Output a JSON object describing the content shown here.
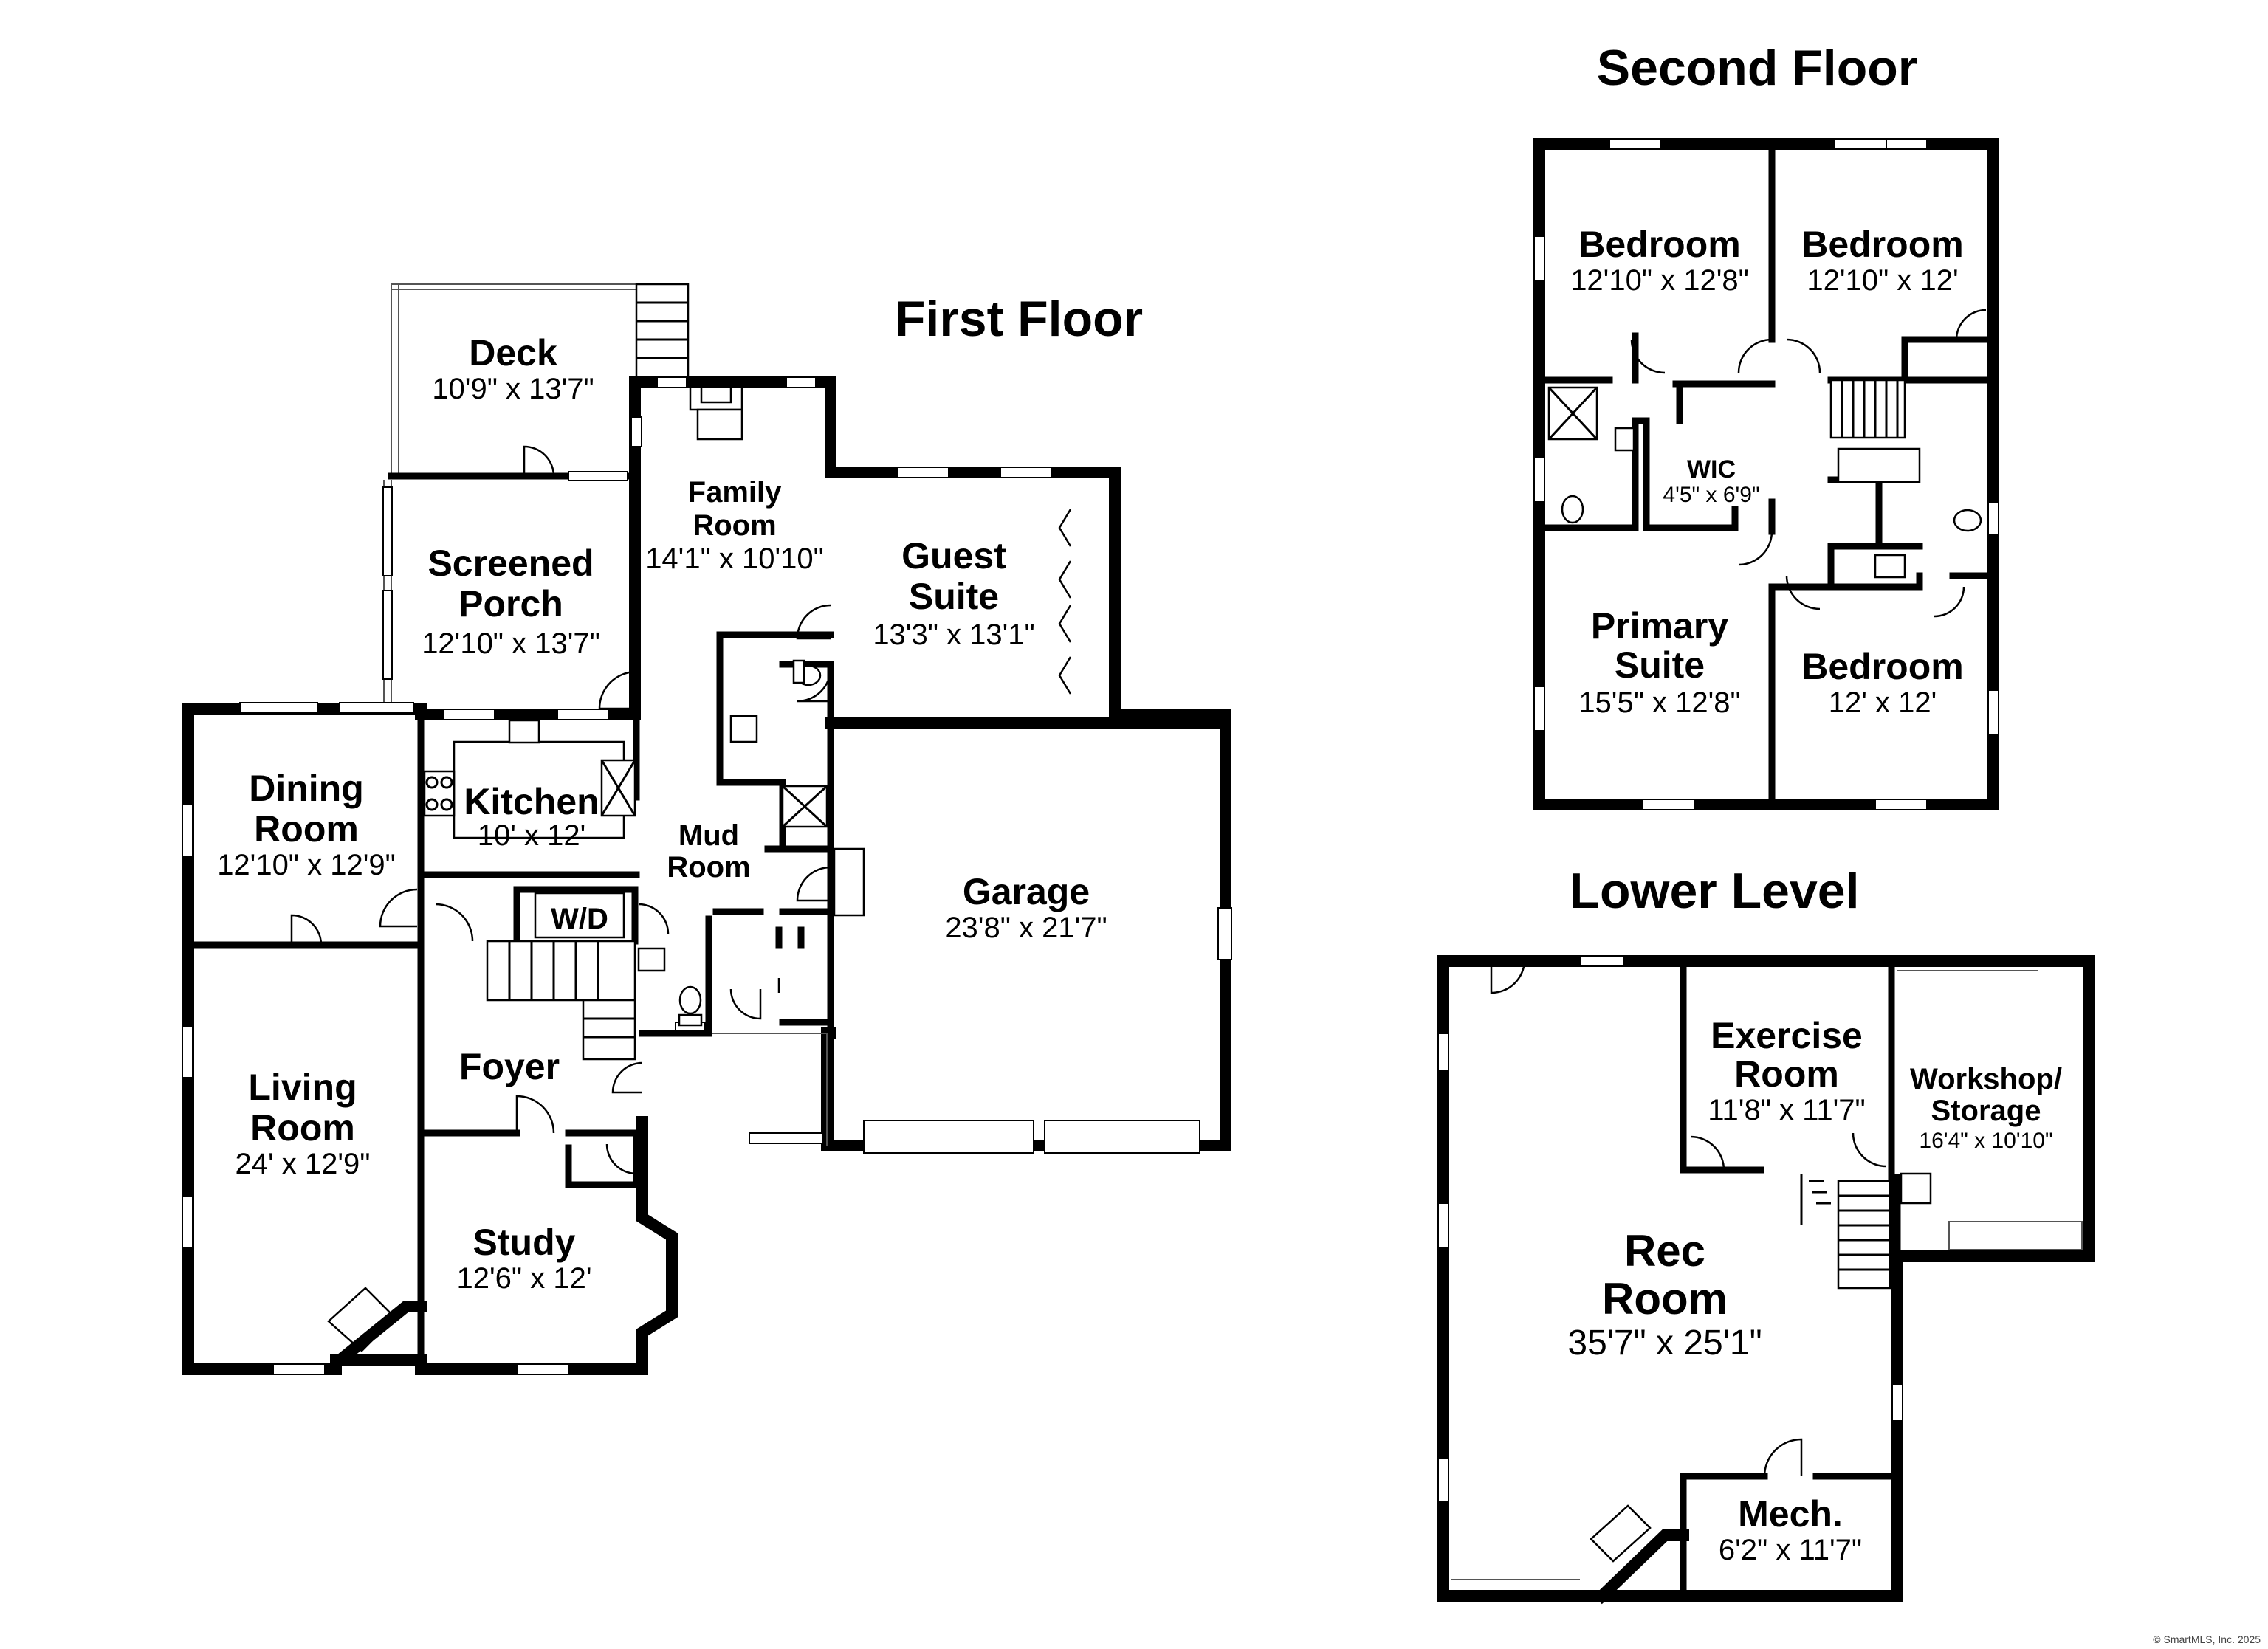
{
  "floors": {
    "first": {
      "title": "First Floor",
      "rooms": {
        "deck": {
          "name": "Deck",
          "dims": "10'9\" x 13'7\""
        },
        "family": {
          "name1": "Family",
          "name2": "Room",
          "dims": "14'1\" x 10'10\""
        },
        "screened": {
          "name1": "Screened",
          "name2": "Porch",
          "dims": "12'10\" x 13'7\""
        },
        "guest": {
          "name1": "Guest",
          "name2": "Suite",
          "dims": "13'3\" x 13'1\""
        },
        "dining": {
          "name1": "Dining",
          "name2": "Room",
          "dims": "12'10\" x 12'9\""
        },
        "kitchen": {
          "name": "Kitchen",
          "dims": "10' x 12'"
        },
        "mud": {
          "name1": "Mud",
          "name2": "Room"
        },
        "wd": {
          "name": "W/D"
        },
        "garage": {
          "name": "Garage",
          "dims": "23'8\" x 21'7\""
        },
        "living": {
          "name1": "Living",
          "name2": "Room",
          "dims": "24' x 12'9\""
        },
        "foyer": {
          "name": "Foyer"
        },
        "study": {
          "name": "Study",
          "dims": "12'6\" x 12'"
        }
      }
    },
    "second": {
      "title": "Second Floor",
      "rooms": {
        "bed1": {
          "name": "Bedroom",
          "dims": "12'10\" x 12'8\""
        },
        "bed2": {
          "name": "Bedroom",
          "dims": "12'10\" x 12'"
        },
        "wic": {
          "name": "WIC",
          "dims": "4'5\" x 6'9\""
        },
        "primary": {
          "name1": "Primary",
          "name2": "Suite",
          "dims": "15'5\" x 12'8\""
        },
        "bed3": {
          "name": "Bedroom",
          "dims": "12' x 12'"
        }
      }
    },
    "lower": {
      "title": "Lower Level",
      "rooms": {
        "exercise": {
          "name1": "Exercise",
          "name2": "Room",
          "dims": "11'8\" x 11'7\""
        },
        "workshop": {
          "name1": "Workshop/",
          "name2": "Storage",
          "dims": "16'4\" x 10'10\""
        },
        "rec": {
          "name1": "Rec",
          "name2": "Room",
          "dims": "35'7\" x 25'1\""
        },
        "mech": {
          "name": "Mech.",
          "dims": "6'2\" x 11'7\""
        }
      }
    }
  },
  "copyright": "© SmartMLS, Inc. 2025"
}
